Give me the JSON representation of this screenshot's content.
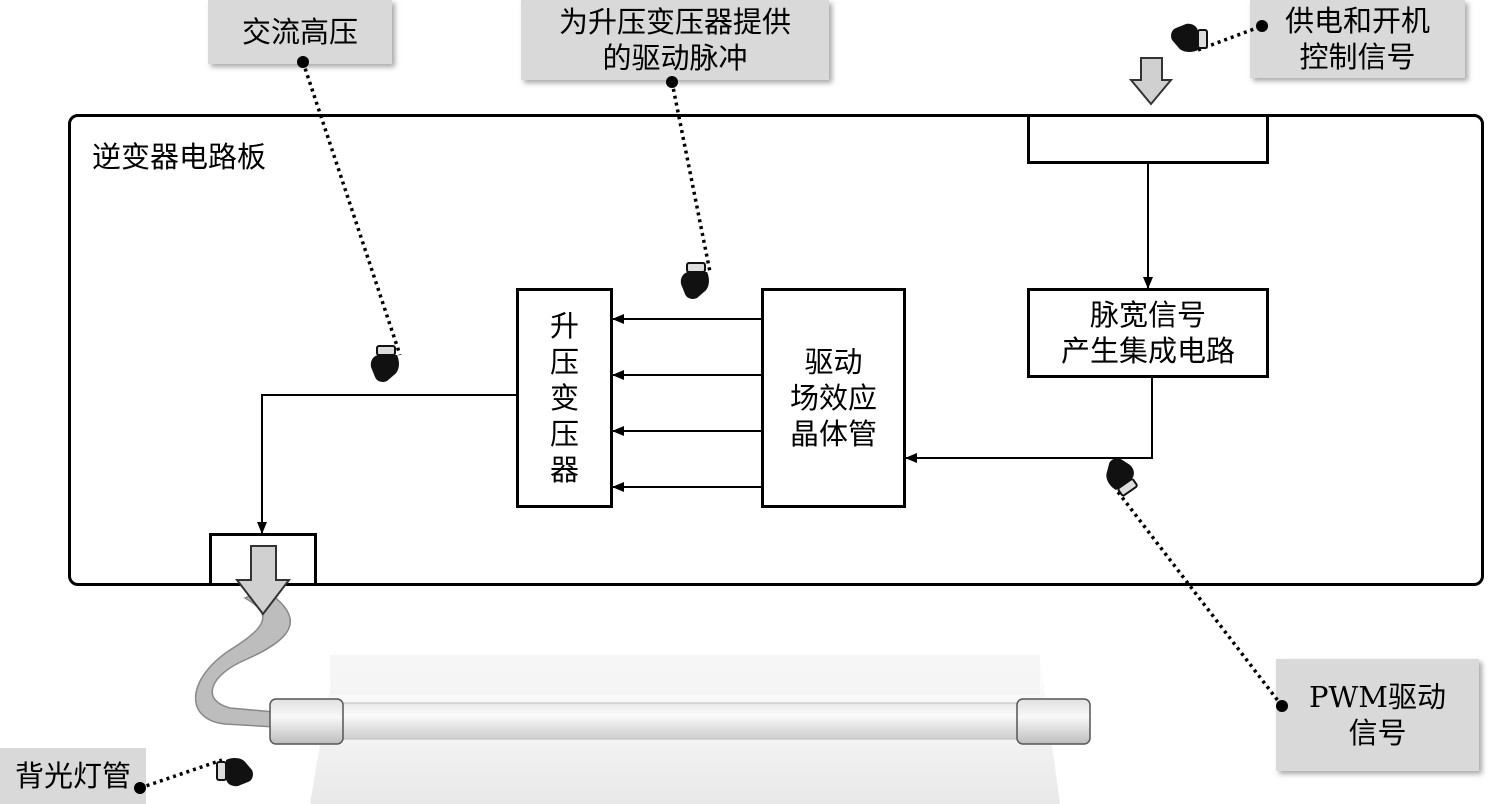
{
  "callouts": {
    "ac_high_voltage": "交流高压",
    "drive_pulse_line1": "为升压变压器提供",
    "drive_pulse_line2": "的驱动脉冲",
    "power_ctrl_line1": "供电和开机",
    "power_ctrl_line2": "控制信号",
    "pwm_line1": "PWM驱动",
    "pwm_line2": "信号",
    "backlight_tube": "背光灯管"
  },
  "board": {
    "title": "逆变器电路板"
  },
  "blocks": {
    "step_up_transformer": [
      "升",
      "压",
      "变",
      "压",
      "器"
    ],
    "fet_line1": "驱动",
    "fet_line2": "场效应",
    "fet_line3": "晶体管",
    "pwm_ic_line1": "脉宽信号",
    "pwm_ic_line2": "产生集成电路"
  },
  "colors": {
    "callout_bg": "#d9d9d9",
    "arrow_fill": "#d0d0d0",
    "line": "#000000"
  },
  "icons": [
    "pointing-hand-icon",
    "hollow-down-arrow-icon",
    "dot-marker-icon"
  ]
}
